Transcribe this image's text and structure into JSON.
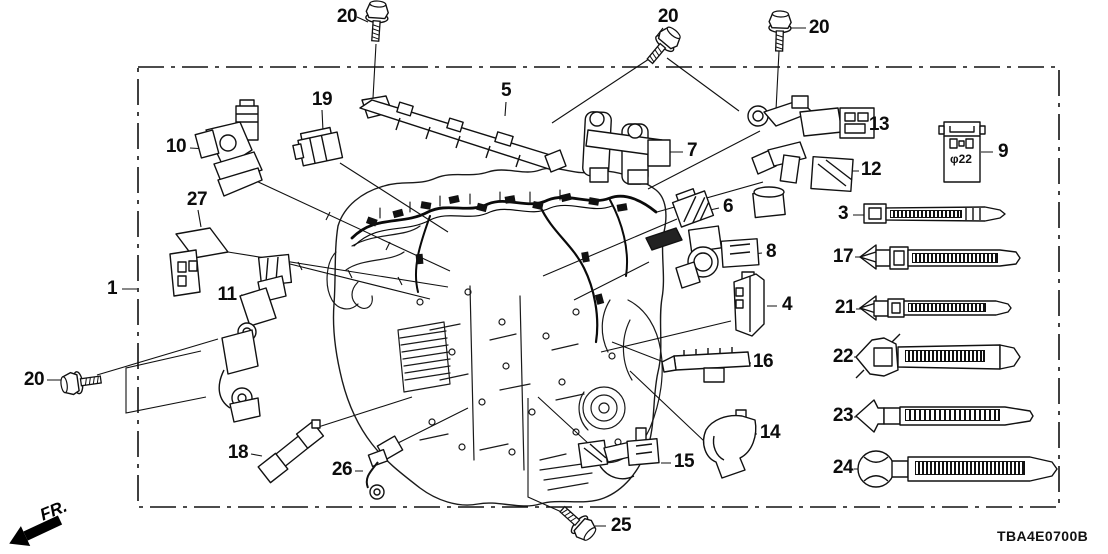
{
  "diagram": {
    "code": "TBA4E0700B",
    "fr_label": "FR.",
    "connector_diameter": "φ22"
  },
  "labels": {
    "p1": "1",
    "p3": "3",
    "p4": "4",
    "p5": "5",
    "p6": "6",
    "p7": "7",
    "p8": "8",
    "p9": "9",
    "p10": "10",
    "p11": "11",
    "p12": "12",
    "p13": "13",
    "p14": "14",
    "p15": "15",
    "p16": "16",
    "p17": "17",
    "p18": "18",
    "p19": "19",
    "p20a": "20",
    "p20b": "20",
    "p20c": "20",
    "p20d": "20",
    "p21": "21",
    "p22": "22",
    "p23": "23",
    "p24": "24",
    "p25": "25",
    "p26": "26",
    "p27": "27"
  }
}
